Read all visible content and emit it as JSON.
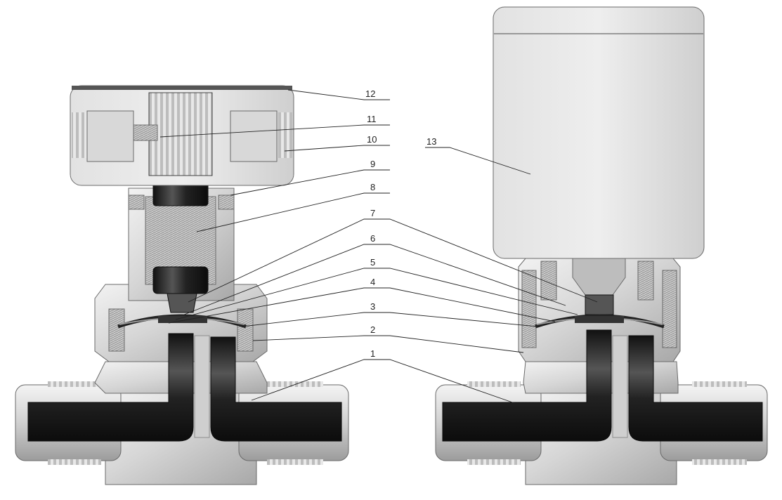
{
  "diagram": {
    "labels": [
      "1",
      "2",
      "3",
      "4",
      "5",
      "6",
      "7",
      "8",
      "9",
      "10",
      "11",
      "12",
      "13"
    ]
  },
  "colors": {
    "metal_light": "#e6e6e6",
    "metal_mid": "#c4c4c4",
    "metal_dark": "#8e8e8e",
    "passage": "#1e1e1e",
    "outline": "#6a6a6a"
  }
}
